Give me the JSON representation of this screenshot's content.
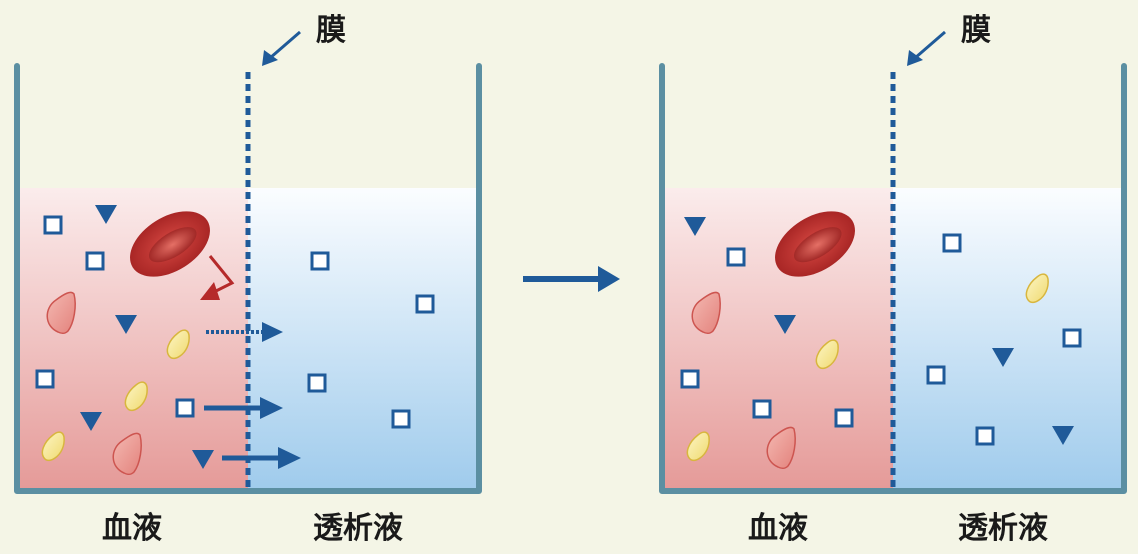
{
  "labels": {
    "membrane": "膜",
    "blood": "血液",
    "dialysate": "透析液"
  },
  "panels": [
    {
      "name": "before",
      "membrane_label": "膜",
      "left_label": "血液",
      "right_label": "透析液"
    },
    {
      "name": "after",
      "membrane_label": "膜",
      "left_label": "血液",
      "right_label": "透析液"
    }
  ],
  "colors": {
    "background": "#f4f5e6",
    "container_wall": "#5b8fa2",
    "membrane": "#1f5a99",
    "marker_blue": "#1f5a99",
    "blood_top": "#fbecec",
    "blood_bottom": "#e59a98",
    "dialysate_top": "#fbfdff",
    "dialysate_bottom": "#9fcbec",
    "red_cell": "#b72828",
    "platelet_fill": "#f7ea9c",
    "platelet_stroke": "#d8b63e",
    "white_cell_fill": "#ec9e98",
    "white_cell_stroke": "#cd5550",
    "arrow_red": "#b52a2a"
  },
  "icons": {
    "square_particle": "small-solute-square-icon",
    "triangle_particle": "solute-triangle-icon",
    "red_blood_cell": "red-blood-cell-icon",
    "platelet": "platelet-icon",
    "white_blood_cell": "white-blood-cell-icon",
    "process_arrow": "process-arrow-icon"
  }
}
